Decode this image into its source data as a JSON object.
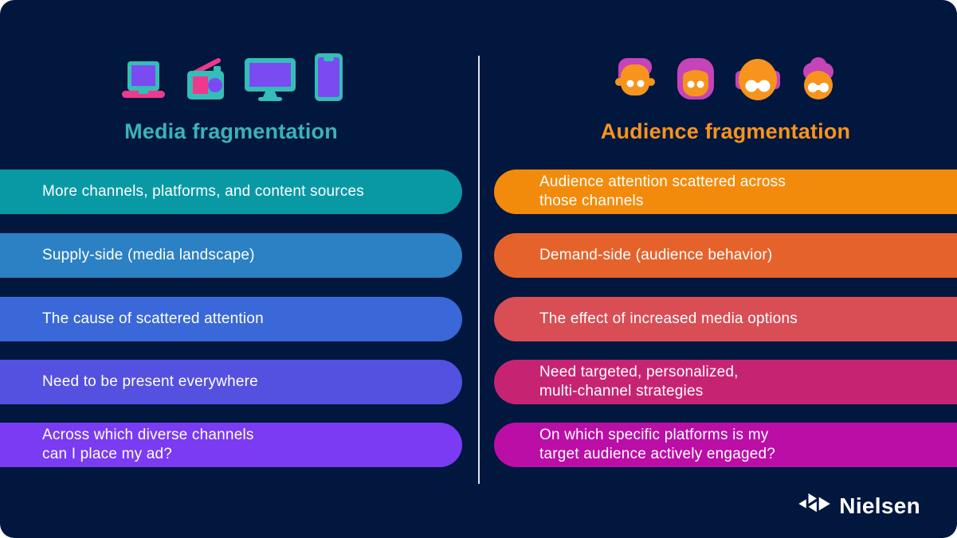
{
  "left": {
    "title": "Media fragmentation",
    "title_color": "#3BB3B4",
    "icons": [
      "laptop-icon",
      "radio-icon",
      "monitor-icon",
      "smartphone-icon"
    ],
    "rows": [
      {
        "text": "More channels, platforms, and content sources",
        "color": "#0999A5"
      },
      {
        "text": "Supply-side (media landscape)",
        "color": "#2C80C4"
      },
      {
        "text": "The cause of scattered attention",
        "color": "#3A68D8"
      },
      {
        "text": "Need to be present everywhere",
        "color": "#5450E0"
      },
      {
        "text": "Across which diverse channels\ncan I place my ad?",
        "color": "#7A3BF2"
      }
    ]
  },
  "right": {
    "title": "Audience fragmentation",
    "title_color": "#F7941D",
    "icons": [
      "young-man-face-icon",
      "young-woman-face-icon",
      "older-man-face-icon",
      "older-woman-face-icon"
    ],
    "rows": [
      {
        "text": "Audience attention scattered across\nthose channels",
        "color": "#F28B0B"
      },
      {
        "text": "Demand-side (audience behavior)",
        "color": "#E6622B"
      },
      {
        "text": "The effect of increased media options",
        "color": "#D94D55"
      },
      {
        "text": "Need targeted, personalized,\nmulti-channel strategies",
        "color": "#C62473"
      },
      {
        "text": "On which specific platforms is my\ntarget audience actively engaged?",
        "color": "#BB0EA6"
      }
    ]
  },
  "footer": {
    "brand": "Nielsen"
  },
  "palette": {
    "background": "#02173E",
    "divider": "#DDE2EE",
    "icon_teal": "#35BDB7",
    "icon_purple": "#7B4BF2",
    "icon_magenta": "#EE3A8C",
    "face_orange": "#F7941D",
    "face_magenta": "#C544B8",
    "text_white": "#FFFFFF"
  }
}
